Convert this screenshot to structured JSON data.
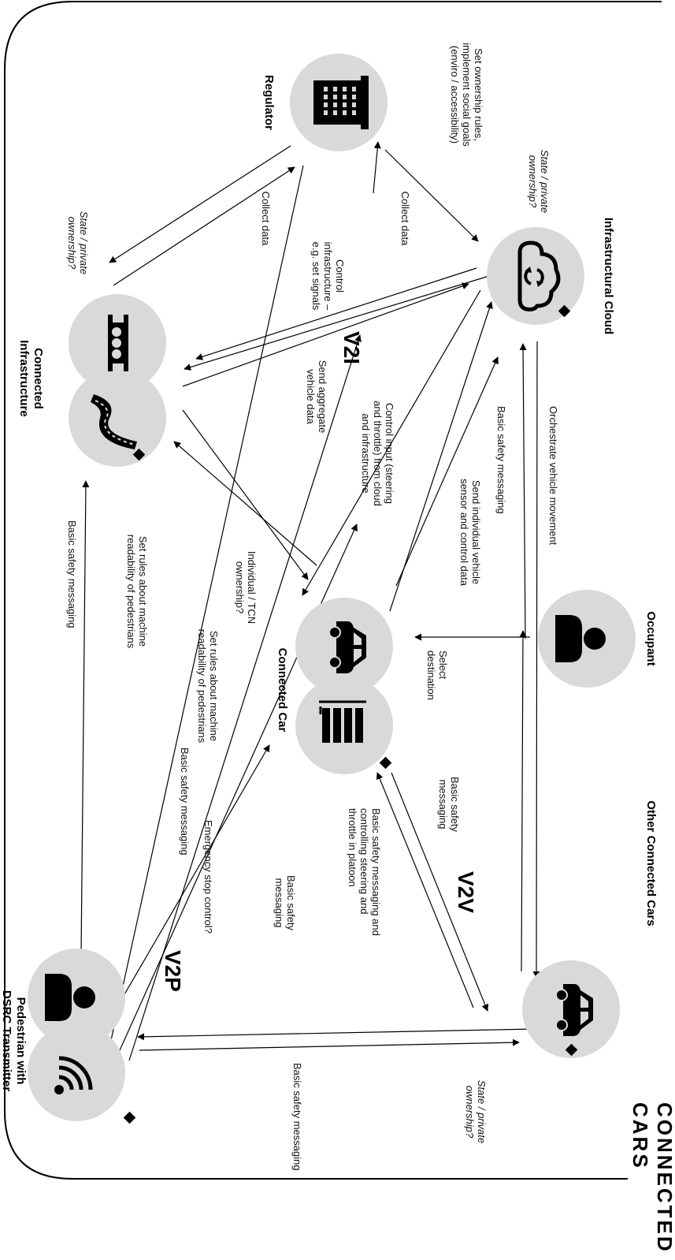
{
  "title": "CONNECTED CARS",
  "actors": {
    "cloud": "Infrastructural Cloud",
    "regulator": "Regulator",
    "occupant": "Occupant",
    "infrastructure_l1": "Connected",
    "infrastructure_l2": "Infrastructure",
    "car": "Connected Car",
    "other_cars": "Other Connected Cars",
    "pedestrian_l1": "Pedestrian with",
    "pedestrian_l2": "DSRC Transmitter"
  },
  "zones": {
    "v2i": "V2I",
    "v2v": "V2V",
    "v2p": "V2P"
  },
  "ownership": {
    "cloud_l1": "State / private",
    "cloud_l2": "ownership?",
    "infra_l1": "State / private",
    "infra_l2": "ownership?",
    "other_l1": "State / private",
    "other_l2": "ownership?",
    "car_l1": "Individual / TCN",
    "car_l2": "ownership?"
  },
  "flows": {
    "regulator_goals_l1": "Set ownership rules,",
    "regulator_goals_l2": "implement social goals",
    "regulator_goals_l3": "(enviro / accessibility)",
    "collect_data_cloud": "Collect data",
    "collect_data_infra": "Collect data",
    "control_infra_l1": "Control",
    "control_infra_l2": "infrastructure –",
    "control_infra_l3": "e.g. set signals",
    "aggregate_l1": "Send aggregate",
    "aggregate_l2": "vehicle data",
    "control_input_l1": "Control input (steering",
    "control_input_l2": "and throttle) from cloud",
    "control_input_l3": "and infrastructure",
    "orchestrate": "Orchestrate vehicle movement",
    "bsm_cloud": "Basic safety messaging",
    "sensor_l1": "Send individual vehicle",
    "sensor_l2": "sensor and control data",
    "select_l1": "Select",
    "select_l2": "destination",
    "bsm_other_l1": "Basic safety",
    "bsm_other_l2": "messaging",
    "platoon_l1": "Basic safety messaging and",
    "platoon_l2": "controlling steering and",
    "platoon_l3": "throttle in platoon",
    "bsm_v2v_l1": "Basic safety",
    "bsm_v2v_l2": "messaging",
    "bsm_v2p": "Basic safety messaging",
    "rules_infra_l1": "Set rules about machine",
    "rules_infra_l2": "readability of pedestrians",
    "rules_car_l1": "Set rules about machine",
    "rules_car_l2": "readability of pedestrians",
    "bsm_ped_infra": "Basic safety messaging",
    "bsm_ped_car": "Basic safety messaging",
    "estop": "Emergency stop control?"
  },
  "icons": [
    "cloud-sync-icon",
    "office-building-icon",
    "traffic-light-icon",
    "winding-road-icon",
    "car-icon",
    "server-rack-icon",
    "person-icon",
    "wifi-signal-icon",
    "diamond-marker-icon"
  ],
  "colors": {
    "node_fill": "#d9d9d9",
    "ink": "#000000",
    "background": "#ffffff"
  }
}
